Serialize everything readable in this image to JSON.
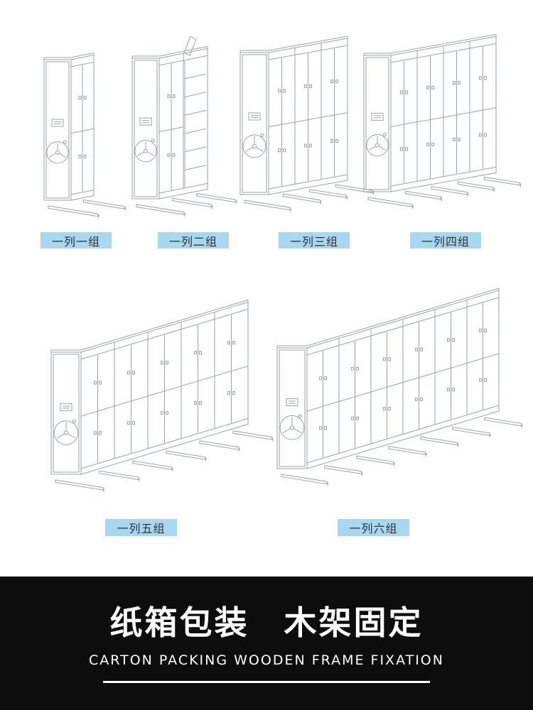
{
  "colors": {
    "label_bg": "#a6d8f2",
    "label_text": "#333333",
    "line": "#9aa3ab",
    "band_bg": "#0d0d0d",
    "band_text": "#ffffff"
  },
  "figures": [
    {
      "id": "one-column-one-group",
      "label": "一列一组",
      "groups": 1,
      "open_shelf": false
    },
    {
      "id": "one-column-two-groups",
      "label": "一列二组",
      "groups": 2,
      "open_shelf": true
    },
    {
      "id": "one-column-three-groups",
      "label": "一列三组",
      "groups": 3,
      "open_shelf": false
    },
    {
      "id": "one-column-four-groups",
      "label": "一列四组",
      "groups": 4,
      "open_shelf": false
    },
    {
      "id": "one-column-five-groups",
      "label": "一列五组",
      "groups": 5,
      "open_shelf": false
    },
    {
      "id": "one-column-six-groups",
      "label": "一列六组",
      "groups": 6,
      "open_shelf": false
    }
  ],
  "footer": {
    "title": "纸箱包装　木架固定",
    "subtitle": "CARTON PACKING WOODEN FRAME FIXATION"
  }
}
